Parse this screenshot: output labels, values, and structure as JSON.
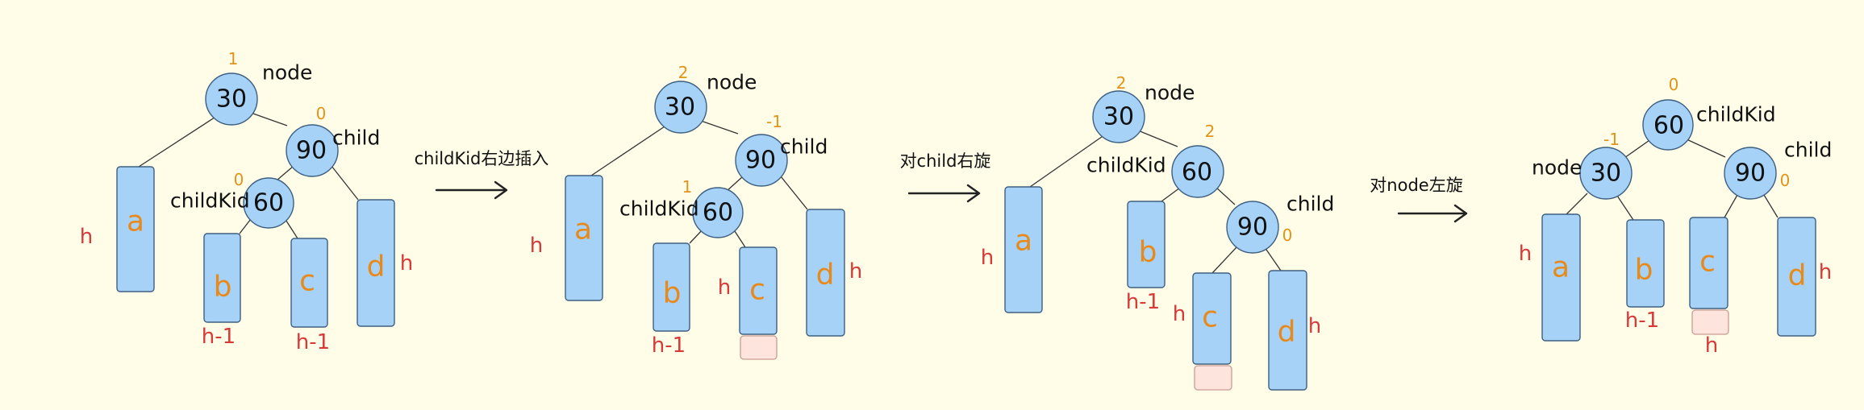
{
  "diagrams": [
    {
      "nodes": [
        {
          "key": "30",
          "bf": "1",
          "role": "node"
        },
        {
          "key": "90",
          "bf": "0",
          "role": "child"
        },
        {
          "key": "60",
          "bf": "0",
          "role": "childKid"
        }
      ],
      "subtrees": [
        {
          "label": "a",
          "height": "h"
        },
        {
          "label": "b",
          "height": "h-1"
        },
        {
          "label": "c",
          "height": "h-1"
        },
        {
          "label": "d",
          "height": "h"
        }
      ]
    },
    {
      "nodes": [
        {
          "key": "30",
          "bf": "2",
          "role": "node"
        },
        {
          "key": "90",
          "bf": "-1",
          "role": "child"
        },
        {
          "key": "60",
          "bf": "1",
          "role": "childKid"
        }
      ],
      "subtrees": [
        {
          "label": "a",
          "height": "h"
        },
        {
          "label": "b",
          "height": "h-1"
        },
        {
          "label": "c",
          "height": "h"
        },
        {
          "label": "d",
          "height": "h"
        }
      ]
    },
    {
      "nodes": [
        {
          "key": "30",
          "bf": "2",
          "role": "node"
        },
        {
          "key": "60",
          "bf": "2",
          "role": "childKid"
        },
        {
          "key": "90",
          "bf": "0",
          "role": "child"
        }
      ],
      "subtrees": [
        {
          "label": "a",
          "height": "h"
        },
        {
          "label": "b",
          "height": "h-1"
        },
        {
          "label": "c",
          "height": "h"
        },
        {
          "label": "d",
          "height": "h"
        }
      ]
    },
    {
      "nodes": [
        {
          "key": "60",
          "bf": "0",
          "role": "childKid"
        },
        {
          "key": "30",
          "bf": "-1",
          "role": "node"
        },
        {
          "key": "90",
          "bf": "0",
          "role": "child"
        }
      ],
      "subtrees": [
        {
          "label": "a",
          "height": "h"
        },
        {
          "label": "b",
          "height": "h-1"
        },
        {
          "label": "c",
          "height": "h"
        },
        {
          "label": "d",
          "height": "h"
        }
      ]
    }
  ],
  "steps": [
    {
      "label": "childKid右边插入"
    },
    {
      "label": "对child右旋"
    },
    {
      "label": "对node左旋"
    }
  ]
}
